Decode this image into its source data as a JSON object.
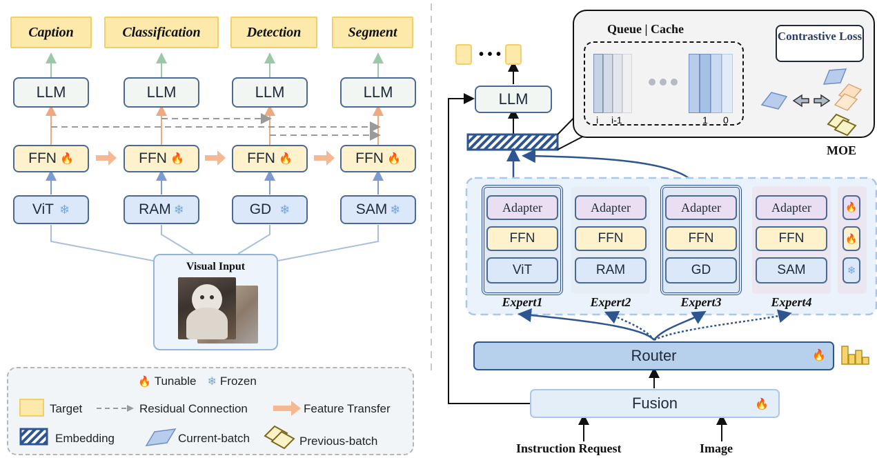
{
  "left": {
    "targets": [
      "Caption",
      "Classification",
      "Detection",
      "Segment"
    ],
    "llm_label": "LLM",
    "ffn_label": "FFN",
    "encoders": [
      "ViT",
      "RAM",
      "GD",
      "SAM"
    ],
    "visual_input": "Visual Input"
  },
  "legend": {
    "tunable": "Tunable",
    "frozen": "Frozen",
    "target": "Target",
    "residual": "Residual Connection",
    "transfer": "Feature Transfer",
    "embedding": "Embedding",
    "current": "Current-batch",
    "previous": "Previous-batch"
  },
  "right": {
    "output_dots": "• • •",
    "llm_label": "LLM",
    "queue_title": "Queue | Cache",
    "queue_labels": [
      "i",
      "i-1",
      "1",
      "0"
    ],
    "contrastive": "Contrastive Loss",
    "moe": "MOE",
    "experts": [
      {
        "name": "Expert1",
        "adapter": "Adapter",
        "ffn": "FFN",
        "enc": "ViT"
      },
      {
        "name": "Expert2",
        "adapter": "Adapter",
        "ffn": "FFN",
        "enc": "RAM"
      },
      {
        "name": "Expert3",
        "adapter": "Adapter",
        "ffn": "FFN",
        "enc": "GD"
      },
      {
        "name": "Expert4",
        "adapter": "Adapter",
        "ffn": "FFN",
        "enc": "SAM"
      }
    ],
    "router": "Router",
    "fusion": "Fusion",
    "instruction": "Instruction Request",
    "image": "Image"
  },
  "colors": {
    "target_fill": "#fde9a9",
    "ffn_fill": "#fdf2cb",
    "encoder_fill": "#dbe8fa",
    "adapter_fill": "#eadff2",
    "router_fill": "#b7d0ec",
    "dark_blue": "#2c5591"
  }
}
